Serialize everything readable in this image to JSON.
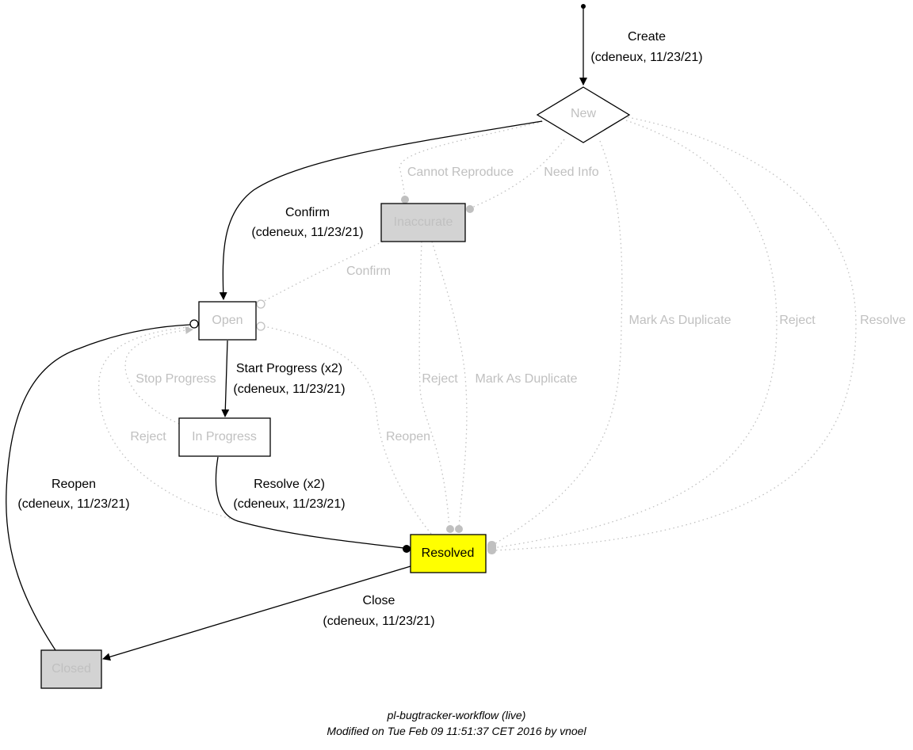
{
  "colors": {
    "active_edge": "#000000",
    "inactive_edge": "#c0c0c0",
    "current_state_fill": "#ffff00",
    "terminal_state_fill": "#d3d3d3",
    "normal_state_fill": "#ffffff"
  },
  "nodes": {
    "new": {
      "label": "New",
      "shape": "diamond",
      "status": "visited"
    },
    "inaccurate": {
      "label": "Inaccurate",
      "shape": "box",
      "status": "terminal"
    },
    "open": {
      "label": "Open",
      "shape": "box",
      "status": "visited"
    },
    "in_progress": {
      "label": "In Progress",
      "shape": "box",
      "status": "visited"
    },
    "resolved": {
      "label": "Resolved",
      "shape": "box",
      "status": "current"
    },
    "closed": {
      "label": "Closed",
      "shape": "box",
      "status": "terminal"
    }
  },
  "edges": {
    "create": {
      "label": "Create",
      "detail": "(cdeneux, 11/23/21)",
      "from": "start",
      "to": "New",
      "taken": true
    },
    "confirm_new_open": {
      "label": "Confirm",
      "detail": "(cdeneux, 11/23/21)",
      "from": "New",
      "to": "Open",
      "taken": true
    },
    "cannot_reproduce": {
      "label": "Cannot Reproduce",
      "from": "New",
      "to": "Inaccurate",
      "taken": false
    },
    "need_info": {
      "label": "Need Info",
      "from": "New",
      "to": "Inaccurate",
      "taken": false
    },
    "confirm_inacc_open": {
      "label": "Confirm",
      "from": "Inaccurate",
      "to": "Open",
      "taken": false
    },
    "mark_dup_new": {
      "label": "Mark As Duplicate",
      "from": "New",
      "to": "Resolved",
      "taken": false
    },
    "reject_new": {
      "label": "Reject",
      "from": "New",
      "to": "Resolved",
      "taken": false
    },
    "resolve_new": {
      "label": "Resolve",
      "from": "New",
      "to": "Resolved",
      "taken": false
    },
    "start_progress": {
      "label": "Start Progress (x2)",
      "detail": "(cdeneux, 11/23/21)",
      "from": "Open",
      "to": "In Progress",
      "taken": true
    },
    "stop_progress": {
      "label": "Stop Progress",
      "from": "In Progress",
      "to": "Open",
      "taken": false
    },
    "reject_inprog": {
      "label": "Reject",
      "from": "Resolved",
      "to": "Open",
      "taken": false
    },
    "reopen_resolved": {
      "label": "Reopen",
      "from": "Resolved",
      "to": "Open",
      "taken": false
    },
    "reject_inacc": {
      "label": "Reject",
      "from": "Inaccurate",
      "to": "Resolved",
      "taken": false
    },
    "mark_dup_inacc": {
      "label": "Mark As Duplicate",
      "from": "Inaccurate",
      "to": "Resolved",
      "taken": false
    },
    "resolve": {
      "label": "Resolve (x2)",
      "detail": "(cdeneux, 11/23/21)",
      "from": "In Progress",
      "to": "Resolved",
      "taken": true
    },
    "close": {
      "label": "Close",
      "detail": "(cdeneux, 11/23/21)",
      "from": "Resolved",
      "to": "Closed",
      "taken": true
    },
    "reopen_closed": {
      "label": "Reopen",
      "detail": "(cdeneux, 11/23/21)",
      "from": "Closed",
      "to": "Open",
      "taken": true
    }
  },
  "footer": {
    "title": "pl-bugtracker-workflow (live)",
    "modified": "Modified on Tue Feb 09 11:51:37 CET 2016 by vnoel"
  }
}
